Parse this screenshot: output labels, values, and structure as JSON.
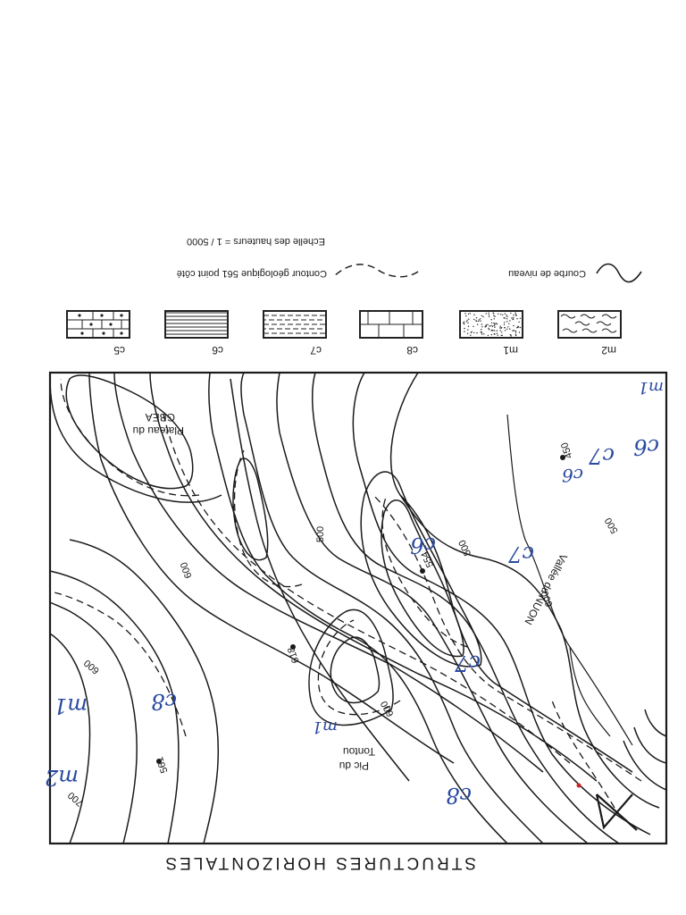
{
  "title": "STRUCTURES HORIZONTALES",
  "legend": {
    "swatches": [
      {
        "code": "c5",
        "label": "c5",
        "pattern": "dotted-bricks"
      },
      {
        "code": "c6",
        "label": "c6",
        "pattern": "horizontal-lines"
      },
      {
        "code": "c7",
        "label": "c7",
        "pattern": "dashes"
      },
      {
        "code": "c8",
        "label": "c8",
        "pattern": "bricks"
      },
      {
        "code": "m1",
        "label": "m1",
        "pattern": "stipple"
      },
      {
        "code": "m2",
        "label": "m2",
        "pattern": "waves"
      }
    ],
    "courbe": "Courbe de niveau",
    "contour": "Contour géologique 561 point côté",
    "scale": "Echelle des hauteurs = 1 / 5000"
  },
  "map": {
    "places": {
      "plateau_1": "Plateau du",
      "plateau_2": "GBEA",
      "pic_1": "Pic du",
      "pic_2": "Tontou",
      "vallee": "Vallée du NUON"
    },
    "contour_labels": {
      "c600_a": "600",
      "c500_a": "500",
      "c500_b": "500",
      "c500_c": "500",
      "c600_b": "600",
      "c600_c": "600",
      "c700": "700",
      "c600_d": "600"
    },
    "spot_heights": {
      "h554": "554",
      "h450": "450",
      "h618": "618",
      "h561": "561"
    },
    "annotations": {
      "a_c8_left": "c8",
      "a_c8_bottom": "c8",
      "a_m1_pic": "m1",
      "a_m1_left": "m1",
      "a_m2_left": "m2",
      "a_c6_ridge": "c6",
      "a_c7_valley": "c7",
      "a_c7_mid": "c7",
      "a_c6_east": "c6",
      "a_c7_east": "c7",
      "a_c6_corner": "c6",
      "a_m1_corner": "m1"
    },
    "north_symbol": "N"
  }
}
